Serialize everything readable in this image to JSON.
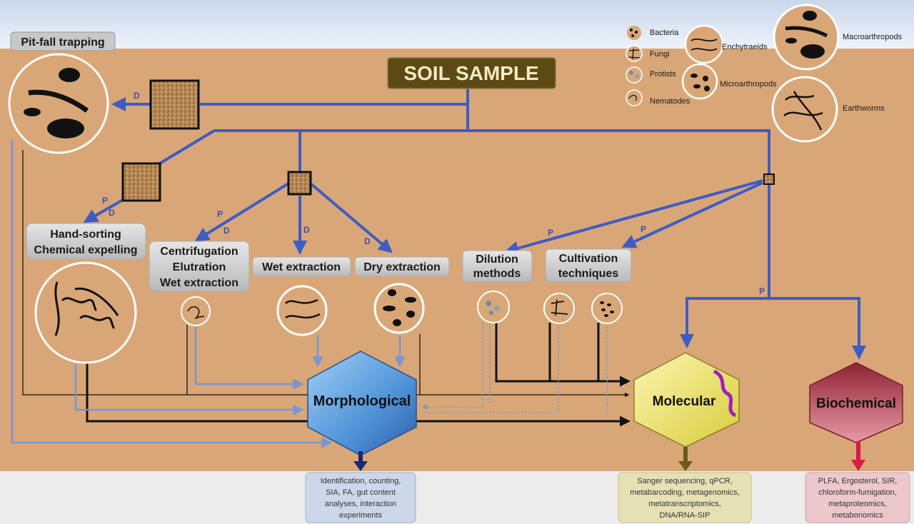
{
  "title": "SOIL SAMPLE",
  "pitfall": "Pit-fall trapping",
  "methods": {
    "hand_sorting": [
      "Hand-sorting",
      "Chemical expelling"
    ],
    "centrifugation": [
      "Centrifugation",
      "Elutration",
      "Wet extraction"
    ],
    "wet_extraction": "Wet extraction",
    "dry_extraction": "Dry extraction",
    "dilution": [
      "Dilution",
      "methods"
    ],
    "cultivation": [
      "Cultivation",
      "techniques"
    ]
  },
  "legend": {
    "bacteria": "Bacteria",
    "fungi": "Fungi",
    "protists": "Protists",
    "nematodes": "Nematodes",
    "enchytraeids": "Enchytraeids",
    "microarthropods": "Microarthropods",
    "macroarthropods": "Macroarthropods",
    "earthworms": "Earthworms"
  },
  "path_letters": {
    "p": "P",
    "d": "D"
  },
  "outcomes": {
    "morphological": "Morphological",
    "molecular": "Molecular",
    "biochemical": "Biochemical"
  },
  "descriptions": {
    "morphological": [
      "Identification, counting,",
      "SIA, FA, gut content",
      "analyses, interaction",
      "experiments"
    ],
    "molecular": [
      "Sanger sequencing, qPCR,",
      "metabarcoding, metagenomics,",
      "metatranscriptomics,",
      "DNA/RNA-SIP"
    ],
    "biochemical": [
      "PLFA, Ergosterol, SIR,",
      "chloroform-fumigation,",
      "metaproteomics,",
      "metabonomics"
    ]
  },
  "colors": {
    "soil": "#d9a777",
    "sky": "#dfe8f4",
    "bottom": "#e9e9e9",
    "blue_arrow": "#3e5cc4",
    "light_arrow": "#7895d6",
    "title_bg": "#5c4a16",
    "title_text": "#f4eac2",
    "morph": "#5aa0e0",
    "mol": "#eadf6a",
    "bio": "#b23a48"
  }
}
